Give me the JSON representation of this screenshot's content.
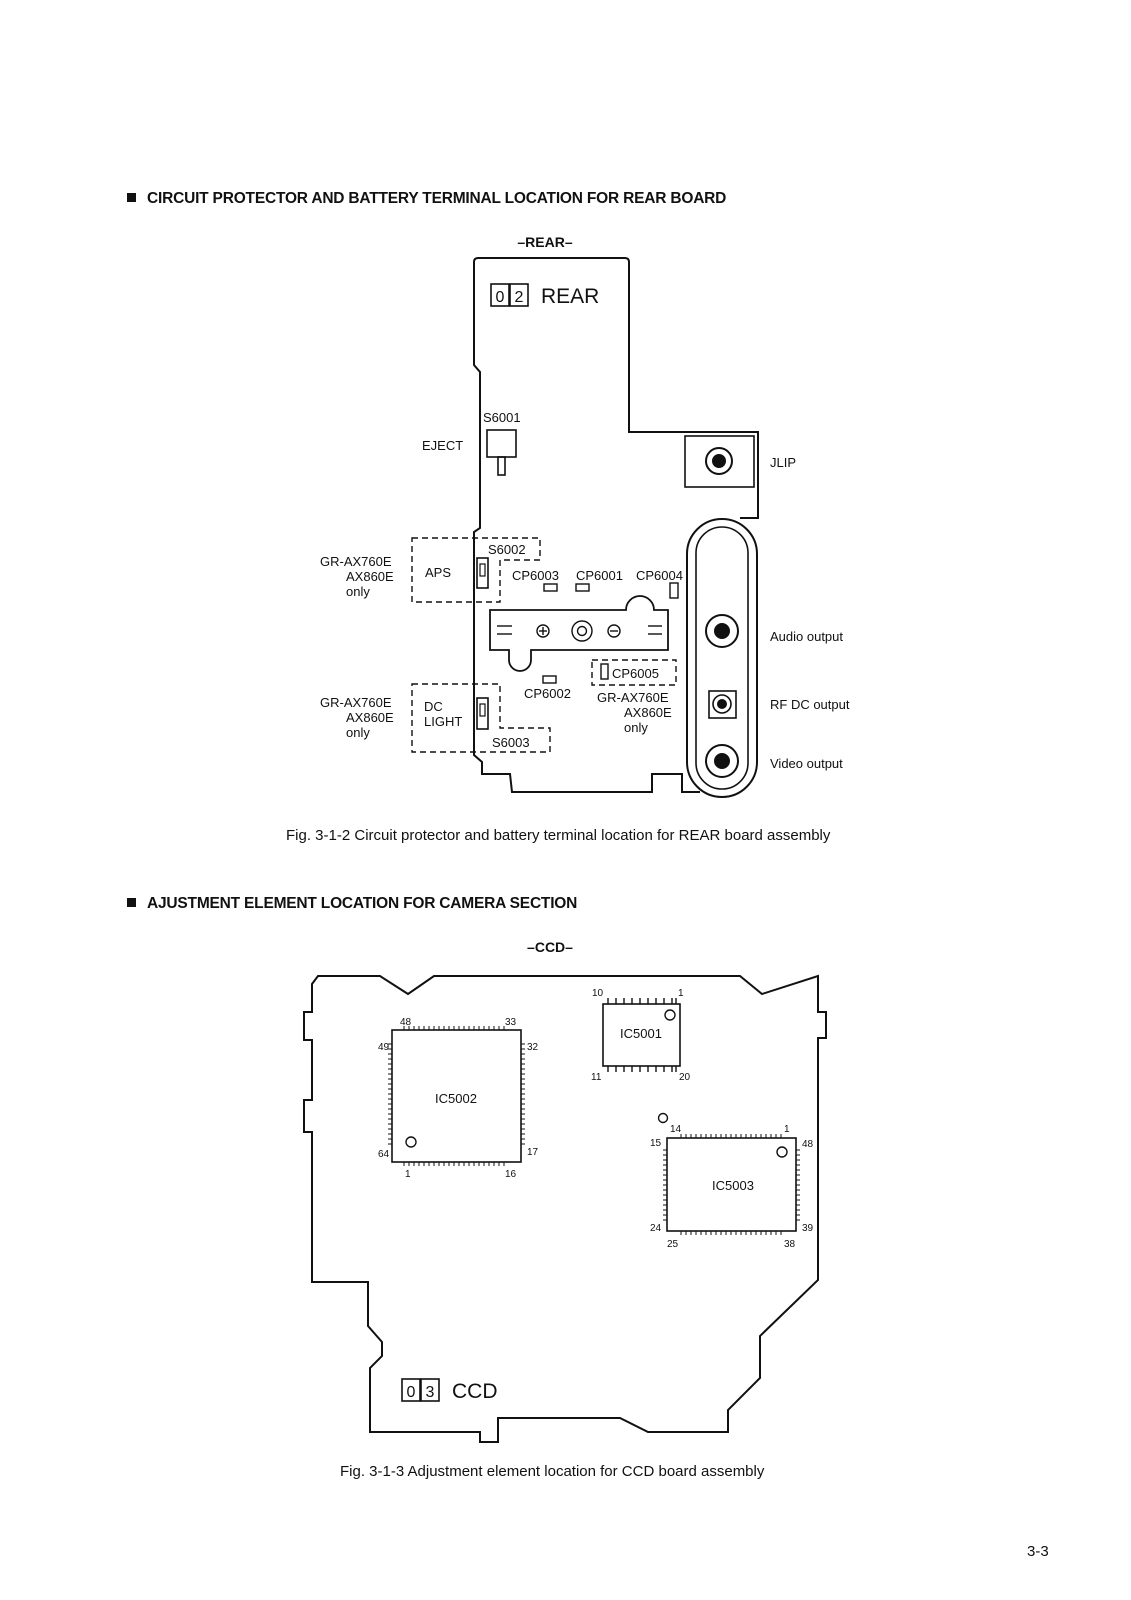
{
  "section1": {
    "title": "CIRCUIT PROTECTOR AND BATTERY TERMINAL LOCATION FOR REAR BOARD",
    "board_heading": "–REAR–",
    "board_code_digits": [
      "0",
      "2"
    ],
    "board_name": "REAR",
    "labels": {
      "s6001": "S6001",
      "eject": "EJECT",
      "jlip": "JLIP",
      "s6002": "S6002",
      "aps": "APS",
      "cp6003": "CP6003",
      "cp6001": "CP6001",
      "cp6004": "CP6004",
      "cp6005": "CP6005",
      "cp6002": "CP6002",
      "dc": "DC",
      "light": "LIGHT",
      "s6003": "S6003",
      "audio_output": "Audio  output",
      "rf_dc_output": "RF  DC  output",
      "video_output": "Video  output",
      "model_note_left_1": [
        "GR-AX760E",
        "AX860E",
        "only"
      ],
      "model_note_left_2": [
        "GR-AX760E",
        "AX860E",
        "only"
      ],
      "model_note_right": [
        "GR-AX760E",
        "AX860E",
        "only"
      ]
    },
    "caption": "Fig. 3-1-2 Circuit protector and battery terminal location for REAR board assembly"
  },
  "section2": {
    "title": "AJUSTMENT ELEMENT LOCATION FOR CAMERA SECTION",
    "board_heading": "–CCD–",
    "board_code_digits": [
      "0",
      "3"
    ],
    "board_name": "CCD",
    "ics": {
      "ic5001": {
        "name": "IC5001",
        "pins": [
          "10",
          "1",
          "11",
          "20"
        ]
      },
      "ic5002": {
        "name": "IC5002",
        "pins": [
          "48",
          "33",
          "49",
          "32",
          "64",
          "17",
          "1",
          "16"
        ]
      },
      "ic5003": {
        "name": "IC5003",
        "pins": [
          "14",
          "1",
          "15",
          "48",
          "24",
          "39",
          "25",
          "38"
        ]
      }
    },
    "caption": "Fig. 3-1-3   Adjustment element location for CCD board assembly"
  },
  "page_number": "3-3"
}
